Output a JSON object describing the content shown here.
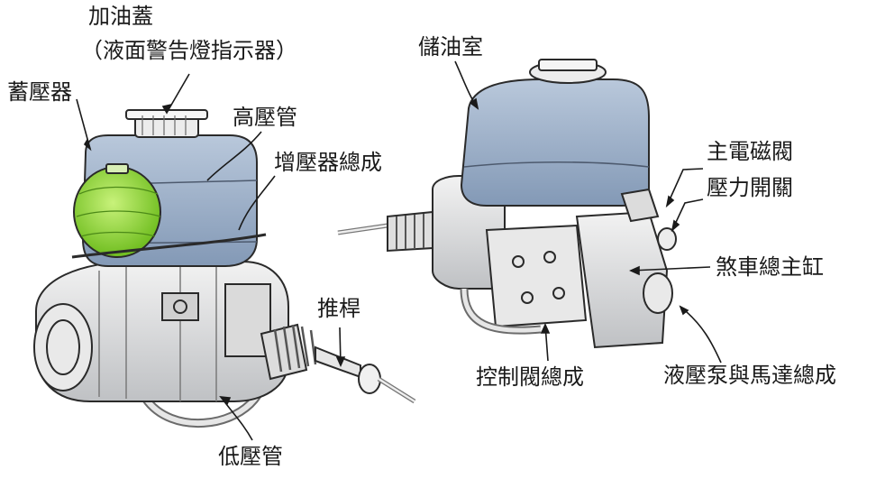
{
  "labels": {
    "filler_cap": "加油蓋",
    "level_warning": "（液面警告燈指示器）",
    "accumulator": "蓄壓器",
    "high_pressure_pipe": "高壓管",
    "booster_assembly": "增壓器總成",
    "push_rod": "推桿",
    "low_pressure_pipe": "低壓管",
    "reservoir": "儲油室",
    "main_solenoid_valve": "主電磁閥",
    "pressure_switch": "壓力開關",
    "brake_master_cylinder": "煞車總主缸",
    "control_valve_assembly": "控制閥總成",
    "pump_motor_assembly": "液壓泵與馬達總成"
  },
  "colors": {
    "reservoir_blue": "#9fb3cc",
    "accumulator_green": "#8fd23a",
    "metal_gray": "#d9dadc",
    "outline": "#2a2a2a"
  }
}
